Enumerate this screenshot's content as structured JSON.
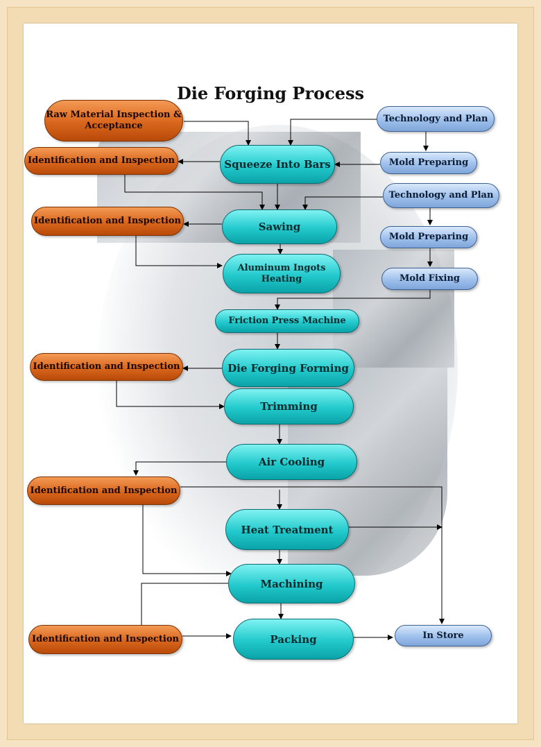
{
  "title": "Die Forging Process",
  "nodes": {
    "raw_material": "Raw Material Inspection & Acceptance",
    "ident_1": "Identification and Inspection",
    "ident_2": "Identification and Inspection",
    "ident_3": "Identification and Inspection",
    "ident_4": "Identification and Inspection",
    "ident_5": "Identification and Inspection",
    "squeeze": "Squeeze Into Bars",
    "sawing": "Sawing",
    "ingots": "Aluminum Ingots Heating",
    "friction": "Friction Press Machine",
    "forming": "Die Forging Forming",
    "trimming": "Trimming",
    "air_cooling": "Air Cooling",
    "heat_treatment": "Heat Treatment",
    "machining": "Machining",
    "packing": "Packing",
    "tech_plan_1": "Technology and Plan",
    "mold_prep_1": "Mold Preparing",
    "tech_plan_2": "Technology and Plan",
    "mold_prep_2": "Mold Preparing",
    "mold_fixing": "Mold Fixing",
    "in_store": "In Store"
  },
  "colors": {
    "inspection": "#d9661d",
    "process": "#22c9cc",
    "planning": "#9ec0ec",
    "background": "#f3dbb3"
  }
}
